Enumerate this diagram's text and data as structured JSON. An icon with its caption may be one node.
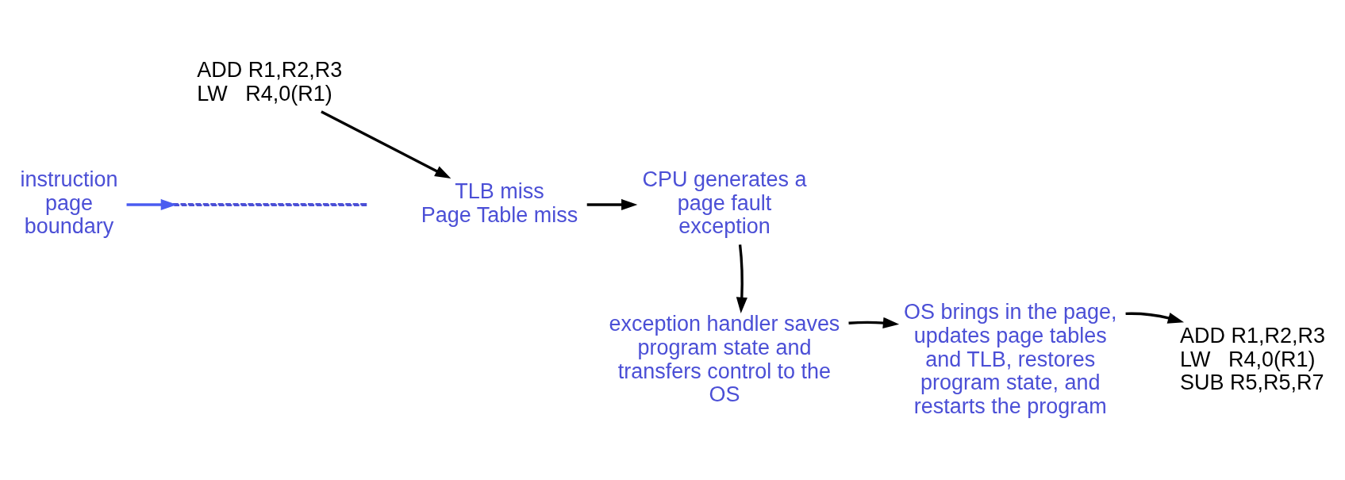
{
  "diagram": {
    "nodes": [
      {
        "text": [
          "instruction page boundary"
        ]
      },
      {
        "text": [
          "ADD R1,R2,R3",
          "LW   R4,0(R1)"
        ]
      },
      {
        "text": [],
        "shape": "line"
      },
      {
        "text": [
          "TLB miss",
          "Page Table miss"
        ]
      },
      {
        "text": [
          "CPU generates a page fault exception"
        ]
      },
      {
        "text": [
          "exception handler saves program state and transfers control to the OS"
        ]
      },
      {
        "text": [
          "OS brings in the page, updates page tables and TLB, restores program state, and restarts the program"
        ]
      },
      {
        "text": [
          "ADD R1,R2,R3",
          "LW   R4,0(R1)",
          "SUB R5,R5,R7"
        ]
      }
    ],
    "edges": [
      {
        "from": 0,
        "to": 2,
        "arrow": "to",
        "color": "#4a5cf0"
      },
      {
        "from": 1,
        "to": 3,
        "arrow": "to"
      },
      {
        "from": 3,
        "to": 4,
        "arrow": "to"
      },
      {
        "from": 4,
        "to": 5,
        "arrow": "to"
      },
      {
        "from": 5,
        "to": 6,
        "arrow": "to"
      },
      {
        "from": 6,
        "to": 7,
        "arrow": "to"
      }
    ]
  }
}
